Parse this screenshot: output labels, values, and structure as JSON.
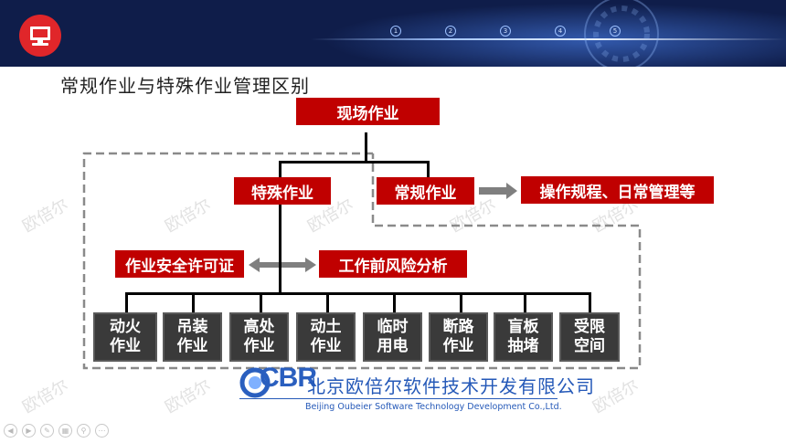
{
  "slide": {
    "title": "常规作业与特殊作业管理区别",
    "watermark": "欧倍尔",
    "header_markers": [
      "1",
      "2",
      "3",
      "4",
      "5"
    ]
  },
  "diagram": {
    "root": "现场作业",
    "special": "特殊作业",
    "regular": "常规作业",
    "regular_target": "操作规程、日常管理等",
    "permit": "作业安全许可证",
    "risk": "工作前风险分析",
    "types": [
      {
        "line1": "动火",
        "line2": "作业"
      },
      {
        "line1": "吊装",
        "line2": "作业"
      },
      {
        "line1": "高处",
        "line2": "作业"
      },
      {
        "line1": "动土",
        "line2": "作业"
      },
      {
        "line1": "临时",
        "line2": "用电"
      },
      {
        "line1": "断路",
        "line2": "作业"
      },
      {
        "line1": "盲板",
        "line2": "抽堵"
      },
      {
        "line1": "受限",
        "line2": "空间"
      }
    ]
  },
  "company": {
    "logo_text": "CBR",
    "name_cn": "北京欧倍尔软件技术开发有限公司",
    "name_en": "Beijing Oubeier Software Technology Development Co.,Ltd."
  },
  "colors": {
    "banner": "#0f1d4a",
    "red": "#c00000",
    "dark_box": "#3a3a3a",
    "arrow_gray": "#7f7f7f",
    "brand_blue": "#2559b8"
  }
}
